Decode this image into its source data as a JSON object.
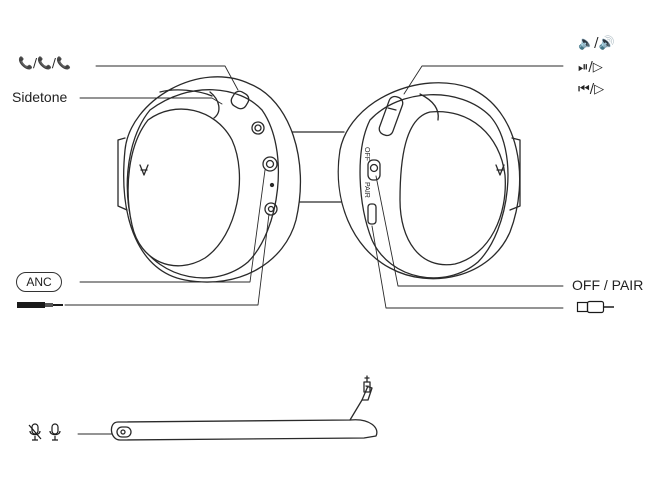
{
  "labels": {
    "call_controls": "📞/📞/📞",
    "sidetone": "Sidetone",
    "anc": "ANC",
    "volume": "🔈/🔊",
    "play_pause_next": "⏯/▷",
    "prev_next": "⏮/▷",
    "off_pair": "OFF / PAIR",
    "earcup_off": "OFF",
    "earcup_pair": "PAIR"
  },
  "icons": {
    "call": "phone-icon",
    "audio_cable": "audio-cable-icon",
    "usb": "usb-cable-icon",
    "mic_mute": "mic-mute-icon",
    "mic": "mic-icon",
    "logo": "brand-logo-icon"
  }
}
